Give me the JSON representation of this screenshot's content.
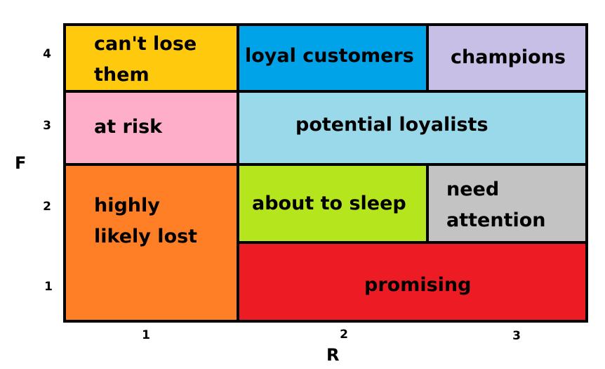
{
  "axes": {
    "x_label": "R",
    "y_label": "F",
    "x_ticks": [
      "1",
      "2",
      "3"
    ],
    "y_ticks": [
      "4",
      "3",
      "2",
      "1"
    ]
  },
  "segments": [
    {
      "label": "can't lose them",
      "lines": [
        "can't lose",
        "them"
      ],
      "color": "#ffc90e"
    },
    {
      "label": "loyal customers",
      "lines": [
        "loyal customers"
      ],
      "color": "#00a2e8"
    },
    {
      "label": "champions",
      "lines": [
        "champions"
      ],
      "color": "#c8bfe7"
    },
    {
      "label": "at risk",
      "lines": [
        "at risk"
      ],
      "color": "#ffaec9"
    },
    {
      "label": "potential loyalists",
      "lines": [
        "potential loyalists"
      ],
      "color": "#99d9ea"
    },
    {
      "label": "highly likely lost",
      "lines": [
        "highly",
        "likely lost"
      ],
      "color": "#ff7f27"
    },
    {
      "label": "about to sleep",
      "lines": [
        "about to sleep"
      ],
      "color": "#b5e61d"
    },
    {
      "label": "need attention",
      "lines": [
        "need",
        "attention"
      ],
      "color": "#c3c3c3"
    },
    {
      "label": "promising",
      "lines": [
        "promising"
      ],
      "color": "#ed1c24"
    }
  ]
}
